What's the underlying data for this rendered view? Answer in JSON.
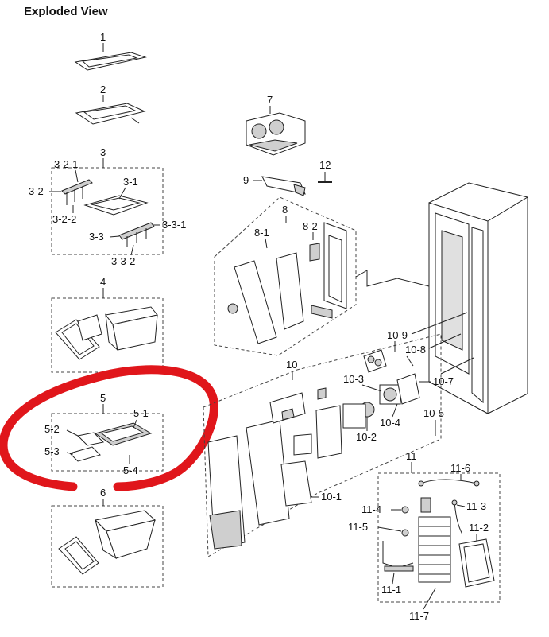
{
  "title": "Exploded View",
  "highlight_color": "#e0161b",
  "labels": {
    "p1": "1",
    "p2": "2",
    "p3": "3",
    "p3_1": "3-1",
    "p3_2": "3-2",
    "p3_2_1": "3-2-1",
    "p3_2_2": "3-2-2",
    "p3_3": "3-3",
    "p3_3_1": "3-3-1",
    "p3_3_2": "3-3-2",
    "p4": "4",
    "p5": "5",
    "p5_1": "5-1",
    "p5_2": "5-2",
    "p5_3": "5-3",
    "p5_4": "5-4",
    "p6": "6",
    "p7": "7",
    "p8": "8",
    "p8_1": "8-1",
    "p8_2": "8-2",
    "p9": "9",
    "p10": "10",
    "p10_1": "10-1",
    "p10_2": "10-2",
    "p10_3": "10-3",
    "p10_4": "10-4",
    "p10_5": "10-5",
    "p10_7": "10-7",
    "p10_8": "10-8",
    "p10_9": "10-9",
    "p11": "11",
    "p11_1": "11-1",
    "p11_2": "11-2",
    "p11_3": "11-3",
    "p11_4": "11-4",
    "p11_5": "11-5",
    "p11_6": "11-6",
    "p11_7": "11-7",
    "p12": "12"
  }
}
